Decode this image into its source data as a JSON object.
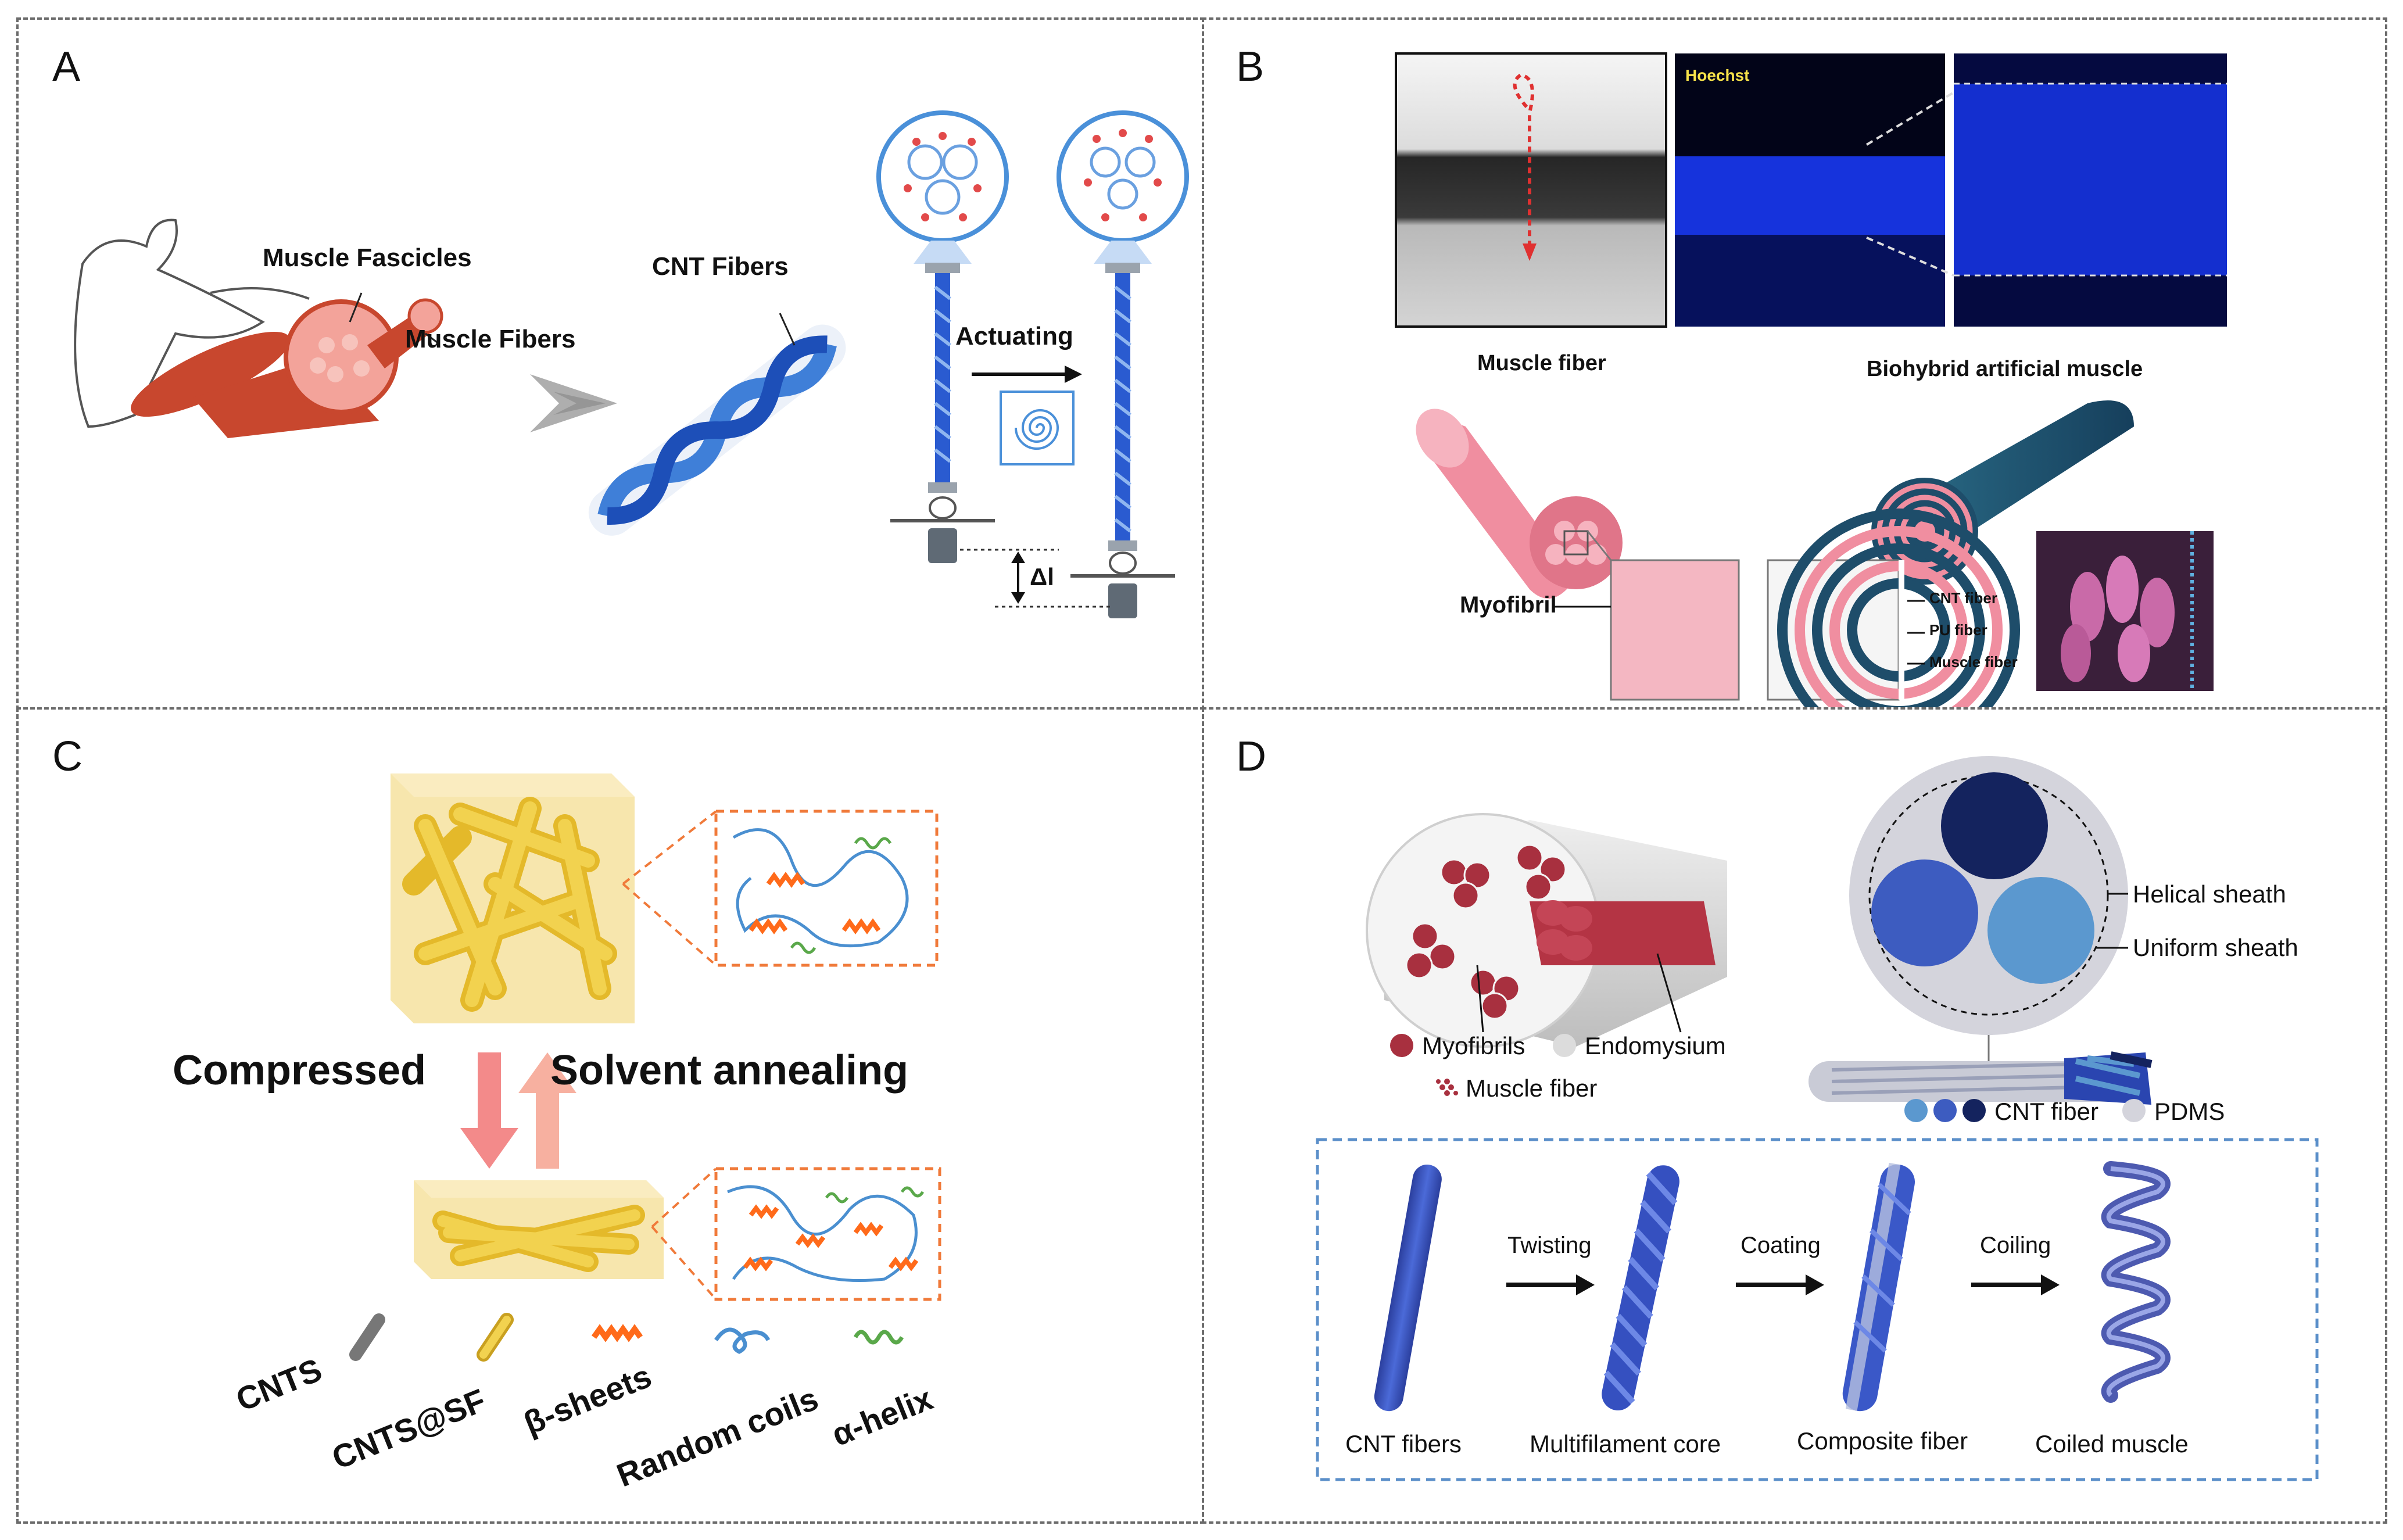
{
  "panels": {
    "a": {
      "letter": "A",
      "muscle_fascicles": "Muscle Fascicles",
      "muscle_fibers": "Muscle Fibers",
      "cnt_fibers": "CNT Fibers",
      "actuating": "Actuating",
      "delta_l": "Δl"
    },
    "b": {
      "letter": "B",
      "hoechst": "Hoechst",
      "muscle_fiber_caption": "Muscle fiber",
      "biohybrid_caption": "Biohybrid artificial muscle",
      "myofibril": "Myofibril",
      "cnt_fiber": "CNT fiber",
      "pu_fiber": "PU fiber",
      "muscle_fiber_label": "Muscle fiber"
    },
    "c": {
      "letter": "C",
      "compressed": "Compressed",
      "solvent_annealing": "Solvent annealing",
      "legend": [
        "CNTS",
        "CNTS@SF",
        "β-sheets",
        "Random coils",
        "α-helix"
      ]
    },
    "d": {
      "letter": "D",
      "helical_sheath": "Helical sheath",
      "uniform_sheath": "Uniform sheath",
      "myofibrils": "Myofibrils",
      "endomysium": "Endomysium",
      "muscle_fiber": "Muscle fiber",
      "cnt_fiber": "CNT fiber",
      "pdms": "PDMS",
      "steps": [
        "CNT fibers",
        "Multifilament core",
        "Composite fiber",
        "Coiled muscle"
      ],
      "arrows": [
        "Twisting",
        "Coating",
        "Coiling"
      ]
    }
  },
  "colors": {
    "muscle_red": "#c8472e",
    "muscle_pink": "#f3a39a",
    "cnt_blue": "#2a5bd0",
    "fluor_blue": "#1a3cff",
    "yellow": "#f2cf4a",
    "orange": "#ff6a1a",
    "dashed_box": "#5b8fc9",
    "myofibril_red": "#a8303f",
    "navy": "#14235e"
  }
}
